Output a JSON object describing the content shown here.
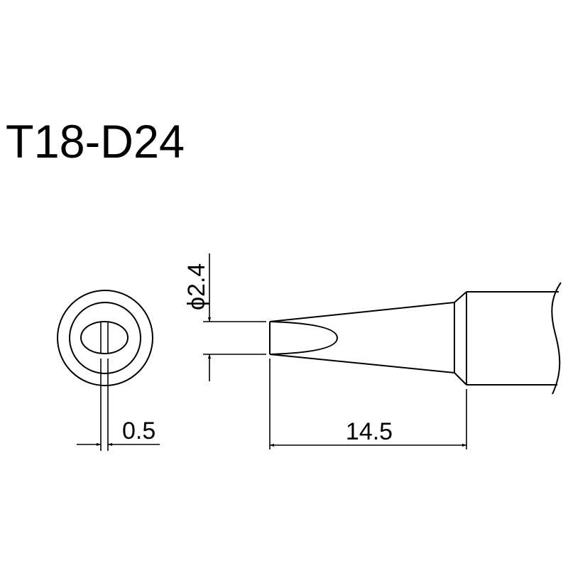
{
  "title": "T18-D24",
  "dimensions": {
    "diameter": "ϕ2.4",
    "thickness": "0.5",
    "length": "14.5"
  },
  "colors": {
    "line": "#000000",
    "background": "#ffffff"
  }
}
